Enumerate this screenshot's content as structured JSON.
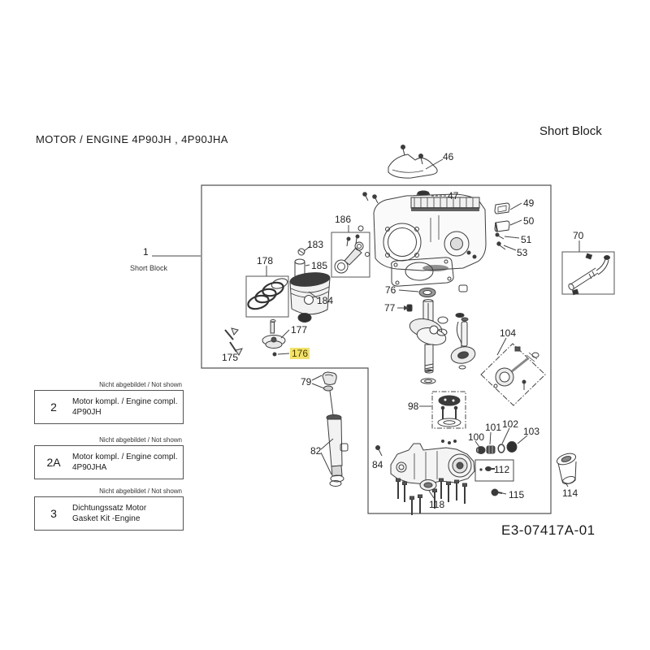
{
  "header": {
    "title": "MOTOR / ENGINE  4P90JH , 4P90JHA",
    "sheet_title": "Short Block"
  },
  "footer": {
    "drawing_number": "E3-07417A-01"
  },
  "callout": {
    "ref": "1",
    "label": "Short Block"
  },
  "not_shown_note": "Nicht abgebildet / Not shown",
  "legend": {
    "rows": [
      {
        "ref": "2",
        "desc1": "Motor kompl. / Engine compl.",
        "desc2": "4P90JH"
      },
      {
        "ref": "2A",
        "desc1": "Motor kompl. / Engine compl.",
        "desc2": "4P90JHA"
      },
      {
        "ref": "3",
        "desc1": "Dichtungssatz Motor",
        "desc2": "Gasket Kit -Engine"
      }
    ]
  },
  "highlight": {
    "part": "176",
    "color": "#F2E269"
  },
  "parts": {
    "46": "46",
    "47": "47",
    "49": "49",
    "50": "50",
    "51": "51",
    "53": "53",
    "70": "70",
    "76": "76",
    "77": "77",
    "79": "79",
    "82": "82",
    "84": "84",
    "98": "98",
    "100": "100",
    "101": "101",
    "102": "102",
    "103": "103",
    "104": "104",
    "112": "112",
    "114": "114",
    "115": "115",
    "118": "118",
    "175": "175",
    "176": "176",
    "177": "177",
    "178": "178",
    "183": "183",
    "184": "184",
    "185": "185",
    "186": "186"
  }
}
